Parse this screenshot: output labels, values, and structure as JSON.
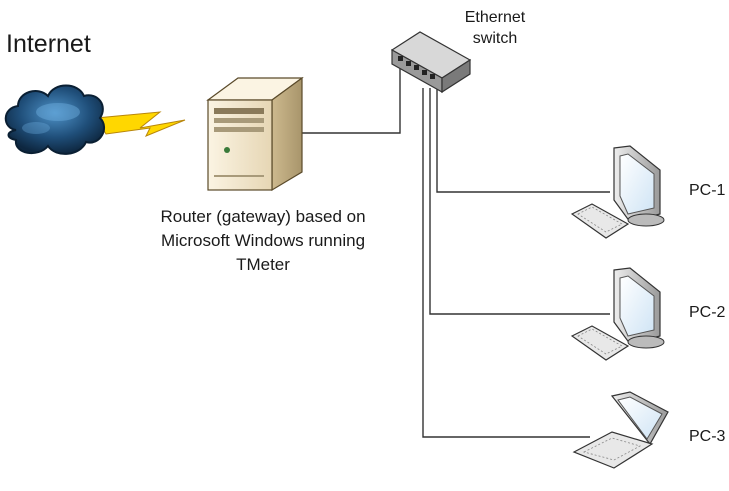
{
  "internet_label": "Internet",
  "switch_label": [
    "Ethernet",
    "switch"
  ],
  "router_label": [
    "Router (gateway) based on",
    "Microsoft Windows running",
    "TMeter"
  ],
  "pcs": [
    {
      "label": "PC-1",
      "device": "desktop-computer"
    },
    {
      "label": "PC-2",
      "device": "desktop-computer"
    },
    {
      "label": "PC-3",
      "device": "laptop-computer"
    }
  ],
  "colors": {
    "cloud": "#1f4e79",
    "lightning": "#ffd700",
    "server": "#f2e6cf",
    "switch": "#b0b0b0",
    "link": "#333333"
  }
}
